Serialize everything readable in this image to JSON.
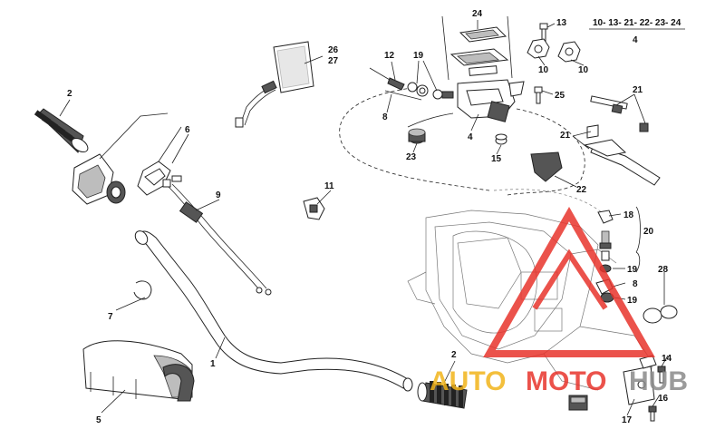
{
  "labels": {
    "l1": "1",
    "l2a": "2",
    "l2b": "2",
    "l4a": "4",
    "l4b": "4",
    "l5": "5",
    "l6": "6",
    "l7": "7",
    "l8a": "8",
    "l8b": "8",
    "l9": "9",
    "l10a": "10",
    "l10b": "10",
    "l11": "11",
    "l12": "12",
    "l13": "13",
    "l14": "14",
    "l15": "15",
    "l16": "16",
    "l17": "17",
    "l18": "18",
    "l19a": "19",
    "l19b": "19",
    "l19c": "19",
    "l20": "20",
    "l21a": "21",
    "l21b": "21",
    "l22": "22",
    "l23": "23",
    "l24": "24",
    "l25": "25",
    "l26": "26",
    "l27": "27",
    "l28": "28",
    "group_note": "10- 13- 21- 22- 23- 24"
  },
  "watermark": {
    "part1": "AUTO",
    "part2": "MOTO",
    "part3": "HUB",
    "color_red": "#e8342c",
    "color_yellow": "#f2b41b",
    "color_gray": "#8a8a8a"
  }
}
